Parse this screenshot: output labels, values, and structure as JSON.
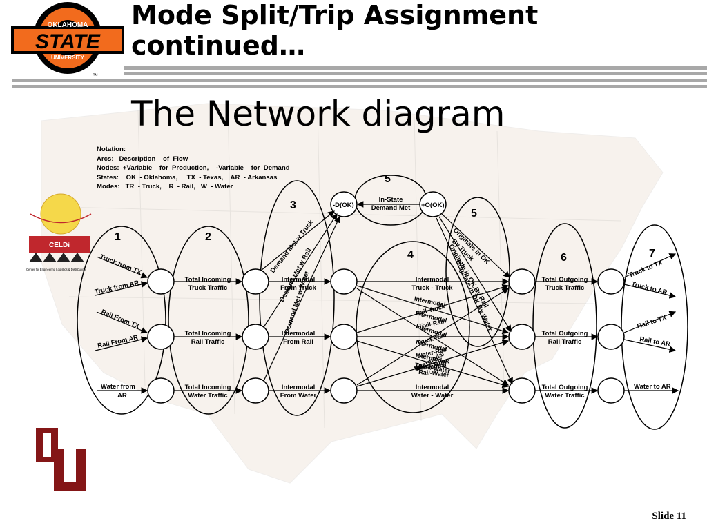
{
  "header": {
    "title_line1": "Mode Split/Trip Assignment",
    "title_line2": "continued…",
    "subtitle": "The Network  diagram",
    "logo": {
      "top": "OKLAHOMA",
      "main": "STATE",
      "bottom": "UNIVERSITY",
      "tm": "™"
    }
  },
  "footer": {
    "slide": "Slide 11"
  },
  "celdi": {
    "label": "CELDi",
    "caption": "Center for Engineering Logistics & Distribution"
  },
  "notation": [
    "Notation:",
    "Arcs:   Description    of  Flow",
    "Nodes:  +Variable    for  Production,    -Variable    for  Demand",
    "States:    OK  - Oklahoma,     TX  - Texas,    AR  - Arkansas",
    "Modes:   TR  - Truck,    R  - Rail,   W  - Water"
  ],
  "diagram": {
    "groups": [
      "1",
      "2",
      "3",
      "4",
      "5",
      "5",
      "6",
      "7"
    ],
    "inputs": [
      "Truck  from  TX",
      "Truck  from  AR",
      "Rail From  TX",
      "Rail From  AR",
      "Water  from",
      "AR"
    ],
    "incoming": [
      [
        "Total  Incoming",
        "Truck  Traffic"
      ],
      [
        "Total  Incoming",
        "Rail  Traffic"
      ],
      [
        "Total  Incoming",
        "Water  Traffic"
      ]
    ],
    "intermodal_from": [
      [
        "Intermodal",
        "From  Truck"
      ],
      [
        "Intermodal",
        "From  Rail"
      ],
      [
        "Intermodal",
        "From  Water"
      ]
    ],
    "demand": [
      "Demand  Met  w  Truck",
      "Demand  Met  w  Rail",
      "Demand  Met  w  Water"
    ],
    "demand_node": "-D(OK)",
    "origin_node": "+O(OK)",
    "instate": [
      "In-State",
      "Demand  Met"
    ],
    "intermodal_pairs": [
      [
        "Intermodal",
        "Truck - Truck"
      ],
      [
        "Intermodal",
        "Water - Water"
      ]
    ],
    "cross_labels": [
      "Intermodal",
      "Rail-Truck",
      "Intermodal",
      "Rail-Rail",
      "Intermodal",
      "Truck-Rail",
      "Intermodal",
      "Water-Rail",
      "Intermodal",
      "Water-Truck",
      "Intermodal",
      "Truck-Water",
      "Intermodal",
      "Rail-Water"
    ],
    "originate": [
      "Originate  in  OK",
      "By  Truck",
      "Originate  in  OK  By  Rail",
      "Originate  in  OK  By  Water"
    ],
    "outgoing": [
      [
        "Total  Outgoing",
        "Truck  Traffic"
      ],
      [
        "Total  Outgoing",
        "Rail  Traffic"
      ],
      [
        "Total  Outgoing",
        "Water  Traffic"
      ]
    ],
    "outputs": [
      "Truck  to  TX",
      "Truck  to  AR",
      "Rail  to  TX",
      "Rail  to  AR",
      "Water  to  AR"
    ]
  },
  "colors": {
    "osu_orange": "#f26b1d",
    "ou_crimson": "#841617",
    "rule_gray": "#a8a8a8",
    "celdi_red": "#c0272d"
  }
}
